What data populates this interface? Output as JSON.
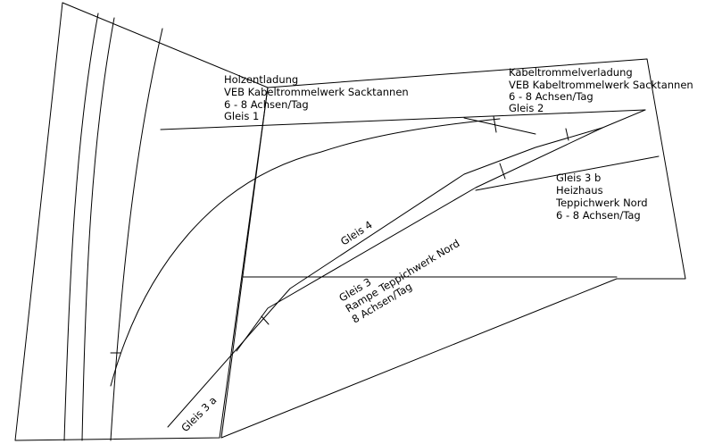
{
  "labels": {
    "holz": {
      "line1": "Holzentladung",
      "line2": "VEB Kabeltrommelwerk Sacktannen",
      "line3": "6 - 8 Achsen/Tag",
      "line4": "Gleis 1"
    },
    "kabel": {
      "line1": "Kabeltrommelverladung",
      "line2": "VEB Kabeltrommelwerk Sacktannen",
      "line3": "6 - 8 Achsen/Tag",
      "line4": "Gleis 2"
    },
    "gleis3b": {
      "line1": "Gleis 3 b",
      "line2": "Heizhaus",
      "line3": "Teppichwerk Nord",
      "line4": "6 - 8 Achsen/Tag"
    },
    "gleis4": "Gleis 4",
    "gleis3": {
      "line1": "Gleis 3",
      "line2": "Rampe Teppichwerk Nord",
      "line3": "8 Achsen/Tag"
    },
    "gleis3a": "Gleis 3 a"
  }
}
